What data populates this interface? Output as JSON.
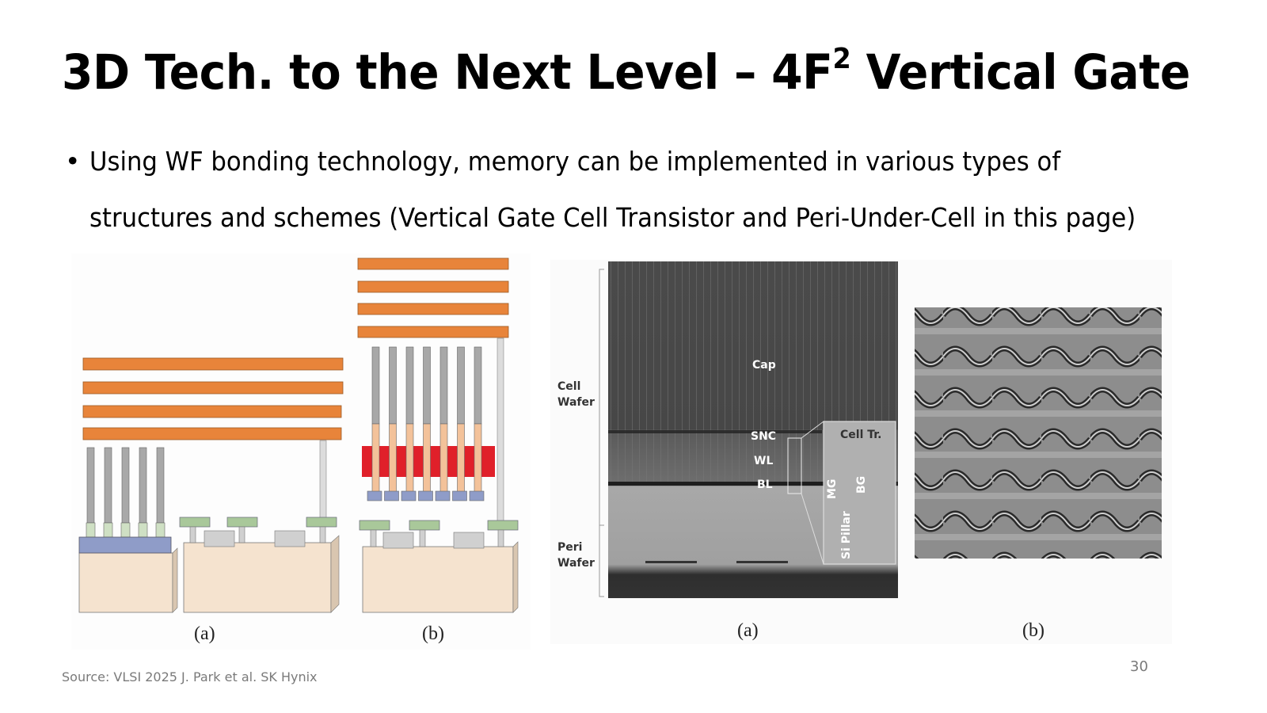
{
  "slide": {
    "title_main": "3D Tech. to the Next Level – 4F",
    "title_sup": "2",
    "title_end": " Vertical Gate",
    "bullet_symbol": "•",
    "bullet_line1": "Using WF bonding technology, memory can be implemented in various types of",
    "bullet_line2": "structures and schemes (Vertical Gate Cell Transistor and Peri-Under-Cell in this page)",
    "source": "Source: VLSI 2025 J. Park et al. SK Hynix",
    "page_number": "30"
  },
  "figure_left": {
    "caption_a": "(a)",
    "caption_b": "(b)"
  },
  "figure_right": {
    "caption_a": "(a)",
    "caption_b": "(b)",
    "label_cell_wafer_1": "Cell",
    "label_cell_wafer_2": "Wafer",
    "label_peri_wafer_1": "Peri",
    "label_peri_wafer_2": "Wafer",
    "label_cap": "Cap",
    "label_snc": "SNC",
    "label_wl": "WL",
    "label_bl": "BL",
    "label_cell_tr": "Cell Tr.",
    "label_mg": "MG",
    "label_bg": "BG",
    "label_si_pillar": "Si Pillar"
  },
  "colors": {
    "wordline_orange": "#e8843a",
    "gate_red": "#e0202a",
    "pad_green": "#a9c89a",
    "bitline_blue": "#8f9cc8",
    "substrate": "#f5e3cf"
  }
}
